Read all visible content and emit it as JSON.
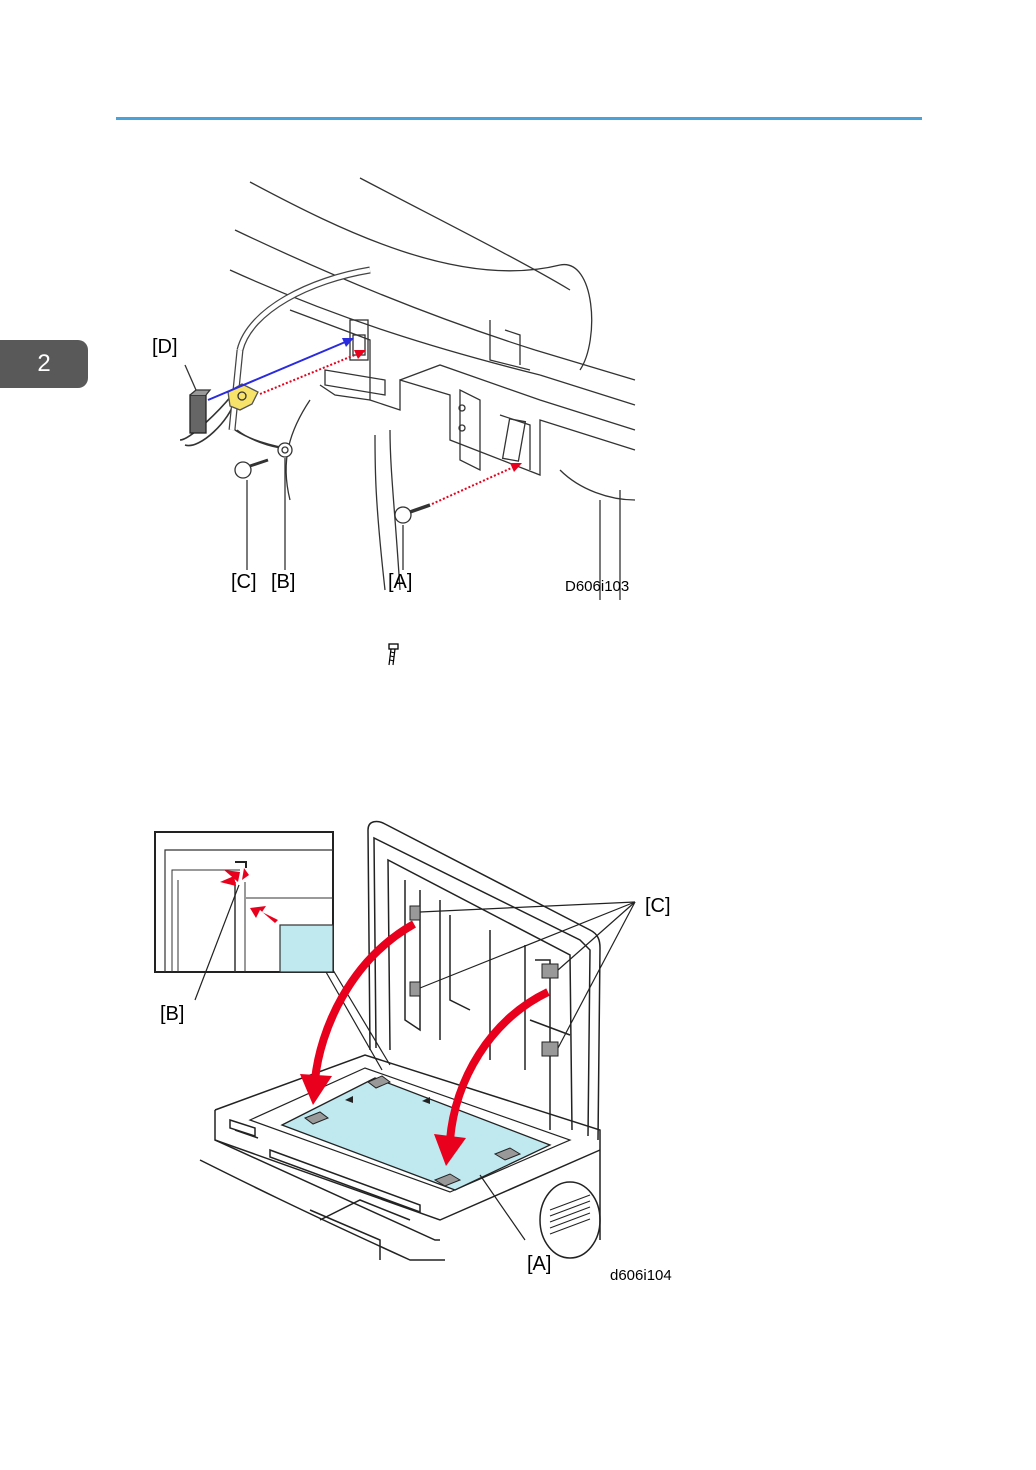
{
  "chapter": {
    "number": "2"
  },
  "figure1": {
    "labels": {
      "a": "[A]",
      "b": "[B]",
      "c": "[C]",
      "d": "[D]"
    },
    "code": "D606i103"
  },
  "figure2": {
    "labels": {
      "a": "[A]",
      "b": "[B]",
      "c": "[C]"
    },
    "code": "d606i104"
  },
  "icons": {
    "screw": "screw-icon"
  },
  "colors": {
    "rule": "#4aa3d8",
    "tab": "#595959",
    "arrow_red": "#e8001c",
    "arrow_blue": "#2a2adf",
    "sheet": "#bfe8ef"
  }
}
